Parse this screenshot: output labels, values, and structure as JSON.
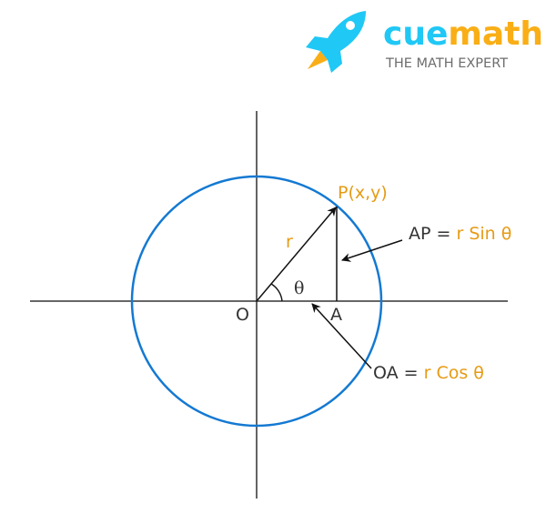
{
  "logo": {
    "brand_part1": "cue",
    "brand_part2": "math",
    "tagline": "THE MATH EXPERT",
    "colors": {
      "cyan": "#1fc8f5",
      "orange": "#f9ae16",
      "gray": "#6d6d6d"
    }
  },
  "diagram": {
    "point_label": "P(x,y)",
    "radius_label": "r",
    "angle_label": "θ",
    "origin_label": "O",
    "foot_label": "A",
    "ap_label": {
      "lhs": "AP = ",
      "rhs": "r Sin θ"
    },
    "oa_label": {
      "lhs": "OA = ",
      "rhs": "r Cos θ"
    },
    "colors": {
      "circle": "#1479d2",
      "highlight": "#e69b16",
      "lines": "#222222"
    }
  }
}
